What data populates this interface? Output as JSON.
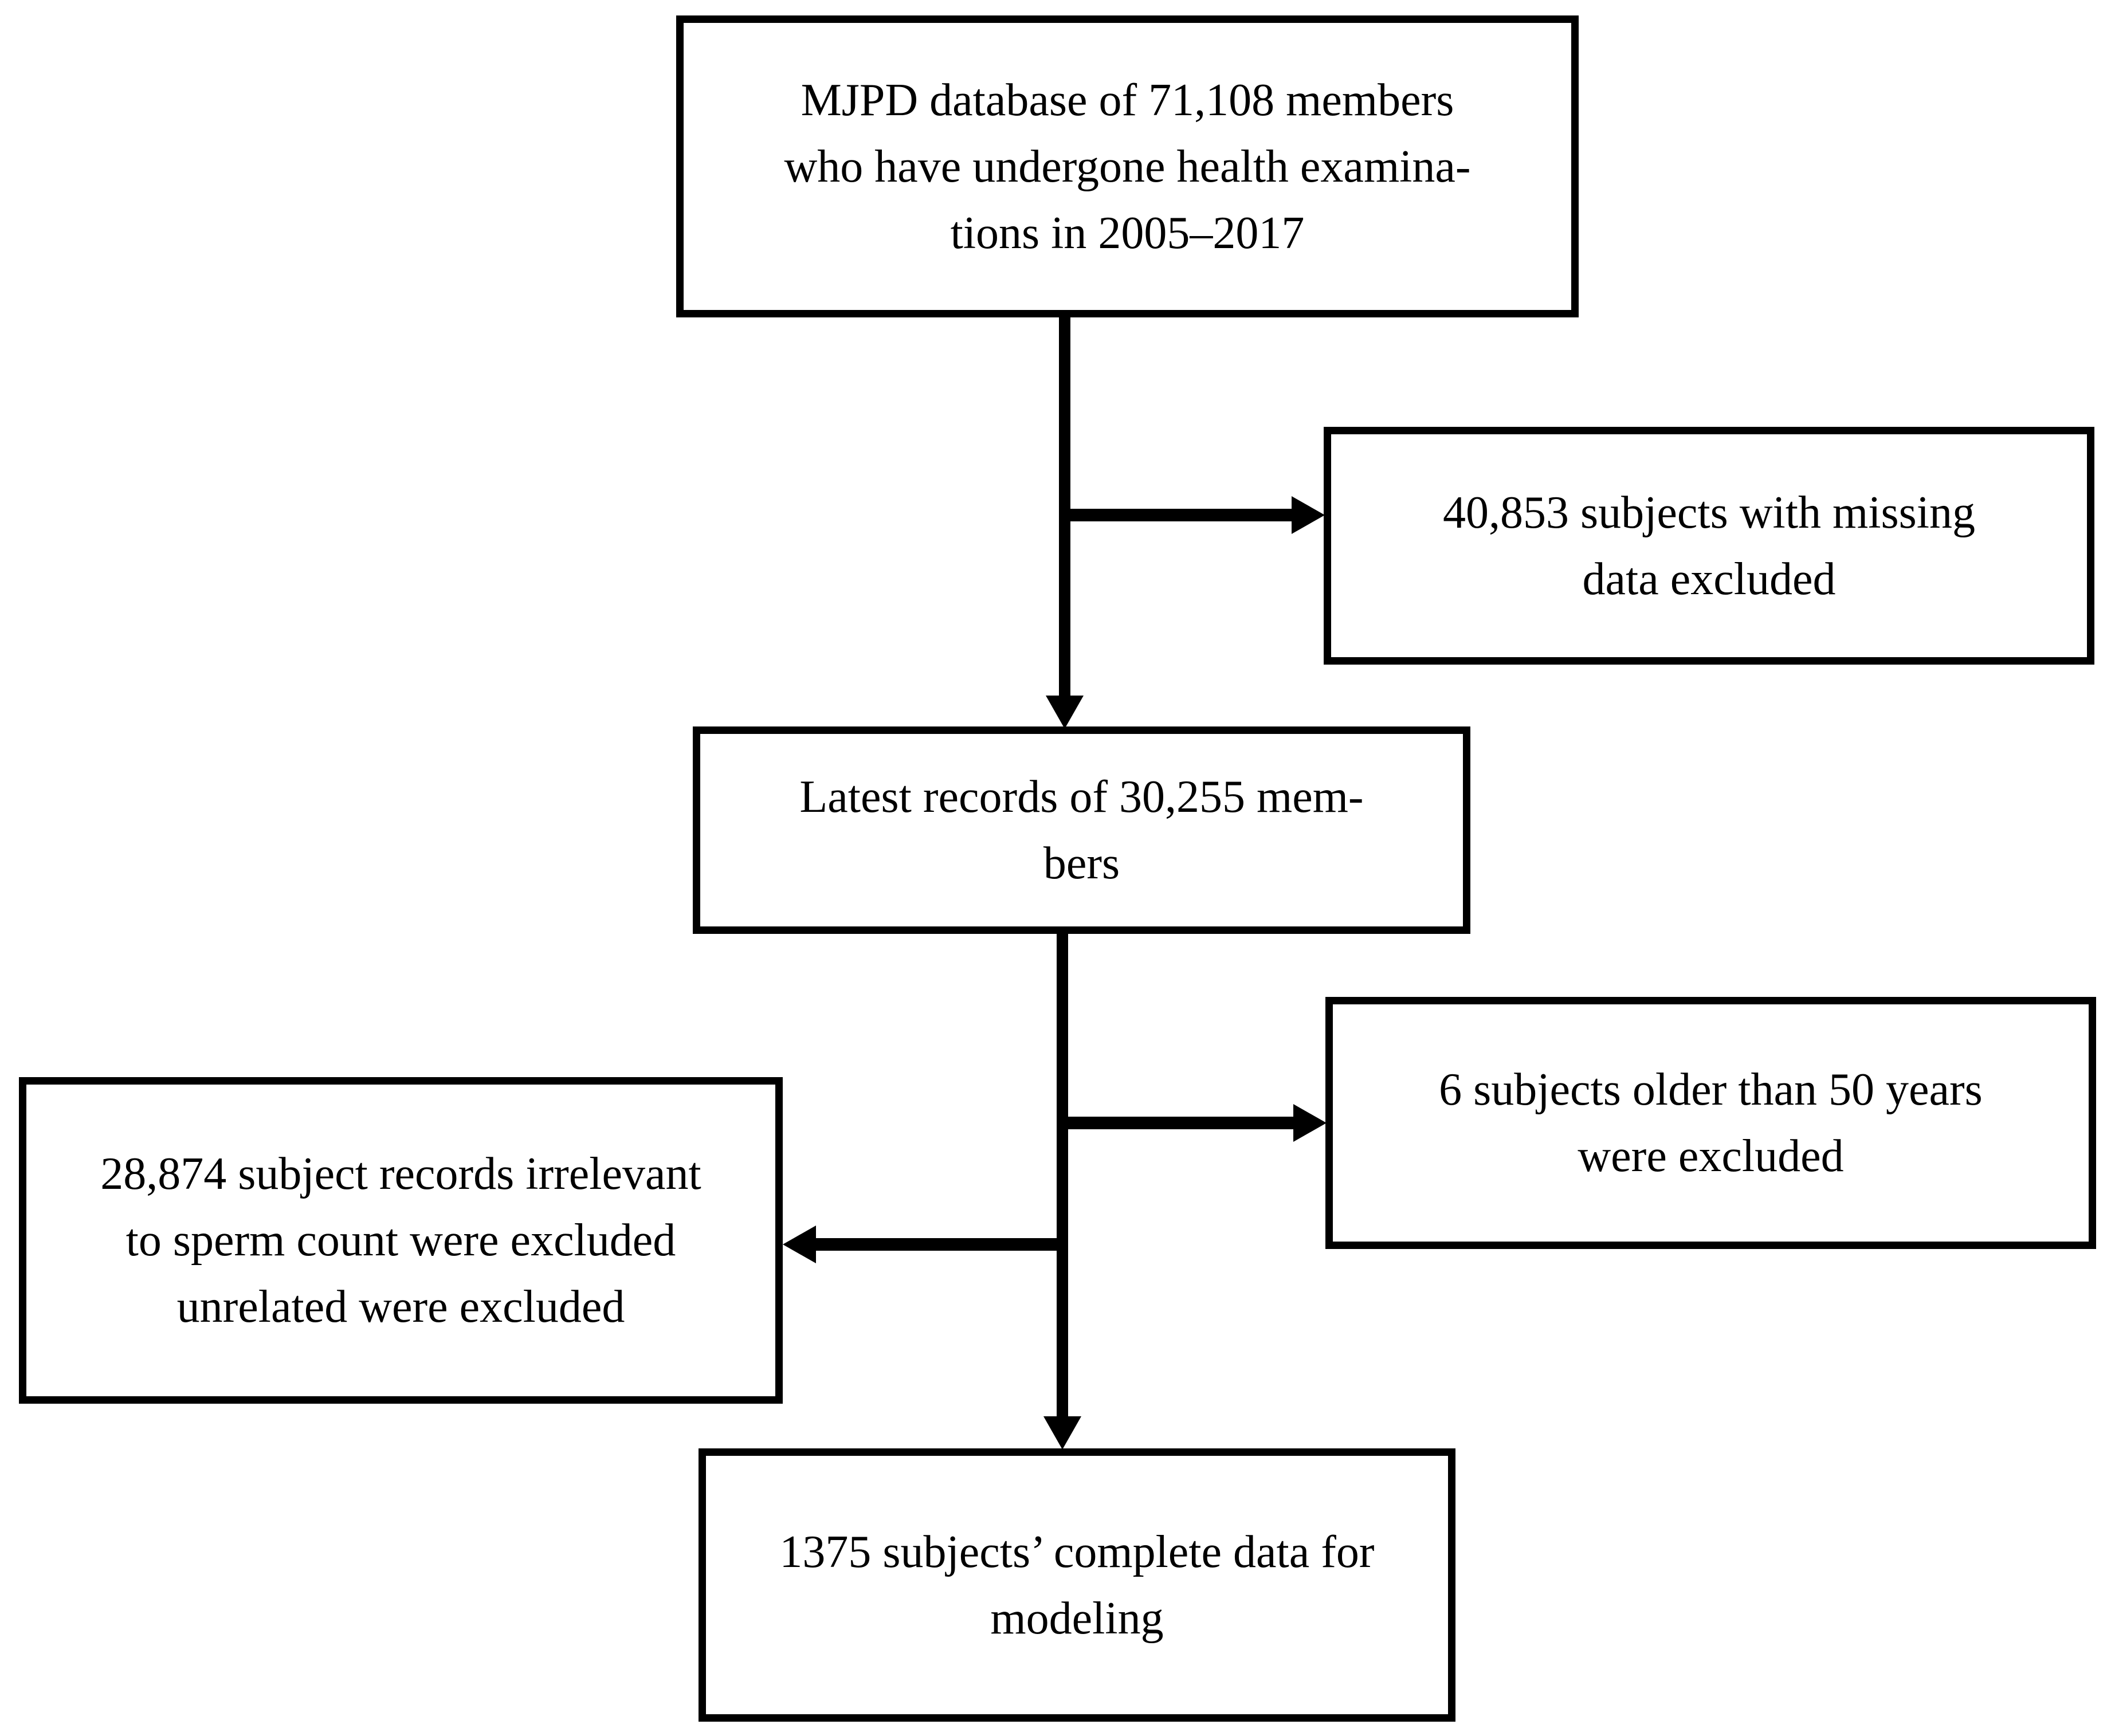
{
  "diagram": {
    "type": "study-flowchart",
    "background_color": "#ffffff",
    "line_color": "#000000",
    "box_fill": "#ffffff",
    "box_border_color": "#000000",
    "nodes": {
      "database": {
        "lines": [
          "MJPD database of 71,108 members",
          "who have undergone health examina-",
          "tions in 2005–2017"
        ]
      },
      "excluded_missing": {
        "lines": [
          "40,853 subjects with missing",
          "data excluded"
        ]
      },
      "latest_records": {
        "lines": [
          "Latest records of 30,255 mem-",
          "bers"
        ]
      },
      "excluded_over50": {
        "lines": [
          "6 subjects older than 50 years",
          "were excluded"
        ]
      },
      "excluded_irrelevant": {
        "lines": [
          "28,874 subject records irrelevant",
          "to sperm count were excluded",
          "unrelated were excluded"
        ]
      },
      "final_modeling": {
        "lines": [
          "1375 subjects’ complete data for",
          "modeling"
        ]
      }
    }
  }
}
